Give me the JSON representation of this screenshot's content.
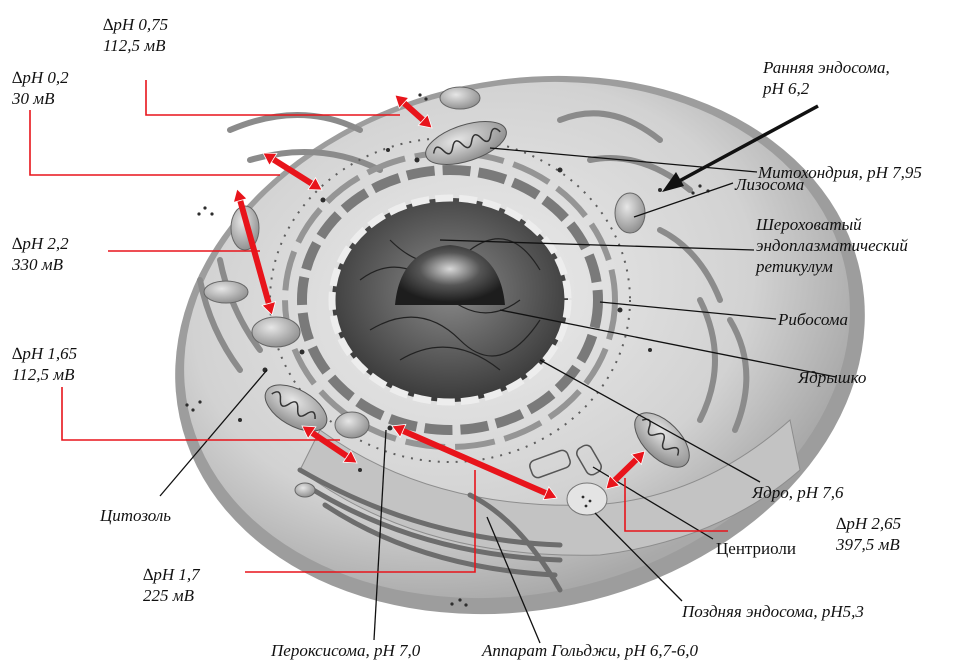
{
  "organelle_labels": {
    "early_endosome": [
      "Ранняя эндосома,",
      "рН 6,2"
    ],
    "mitochondria": "Митохондрия, рН 7,95",
    "lysosome": "Лизосома",
    "rough_er": [
      "Шероховатый",
      "эндоплазматический",
      "ретикулум"
    ],
    "ribosome": "Рибосома",
    "nucleolus": "Ядрышко",
    "nucleus": "Ядро, рН 7,6",
    "centrioles": "Центриоли",
    "late_endosome": "Поздняя эндосома, рН5,3",
    "golgi": "Аппарат Гольджи, рН 6,7-6,0",
    "peroxisome": "Пероксисома, рН 7,0",
    "cytosol": "Цитозоль"
  },
  "gradient_labels": [
    {
      "dph": "pH 0,75",
      "mv": "112,5 мВ"
    },
    {
      "dph": "pH 0,2",
      "mv": "30 мВ"
    },
    {
      "dph": "pH 2,2",
      "mv": "330 мВ"
    },
    {
      "dph": "pH 1,65",
      "mv": "112,5 мВ"
    },
    {
      "dph": "pH 1,7",
      "mv": "225 мВ"
    },
    {
      "dph": "pH 2,65",
      "mv": "397,5 мВ"
    }
  ],
  "colors": {
    "arrow": "#e8141b",
    "leader": "#111111",
    "cell_fill": "#d3d3d3"
  }
}
